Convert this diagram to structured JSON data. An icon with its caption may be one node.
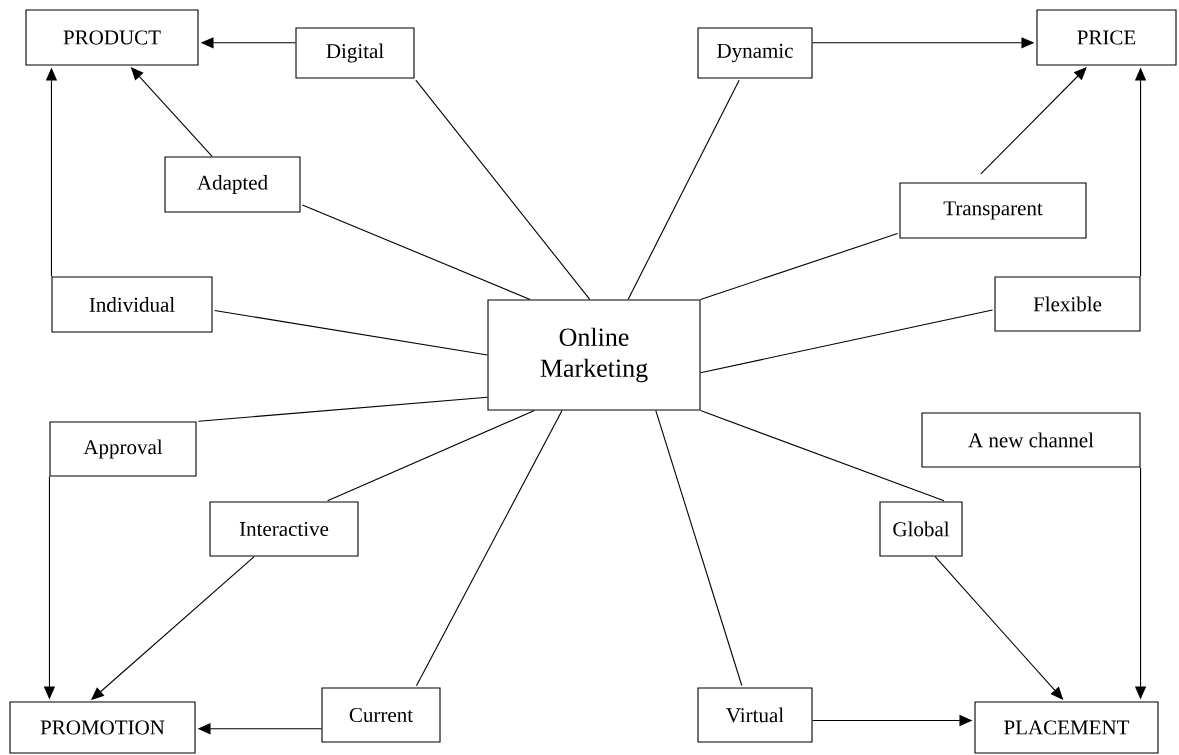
{
  "diagram": {
    "nodes": [
      {
        "text": [
          "PRODUCT"
        ]
      },
      {
        "text": [
          "Digital"
        ]
      },
      {
        "text": [
          "Dynamic"
        ]
      },
      {
        "text": [
          "PRICE"
        ]
      },
      {
        "text": [
          "Adapted"
        ]
      },
      {
        "text": [
          "Transparent"
        ]
      },
      {
        "text": [
          "Individual"
        ]
      },
      {
        "text": [
          "Online Marketing"
        ]
      },
      {
        "text": [
          "Flexible"
        ]
      },
      {
        "text": [
          "Approval"
        ]
      },
      {
        "text": [
          "A new channel"
        ]
      },
      {
        "text": [
          "Interactive"
        ]
      },
      {
        "text": [
          "Global"
        ]
      },
      {
        "text": [
          "PROMOTION"
        ]
      },
      {
        "text": [
          "Current"
        ]
      },
      {
        "text": [
          "Virtual"
        ]
      },
      {
        "text": [
          "PLACEMENT"
        ]
      }
    ],
    "edges": [
      {
        "from": 1,
        "to": 0,
        "arrow": "to"
      },
      {
        "from": 4,
        "to": 0,
        "arrow": "to"
      },
      {
        "from": 6,
        "to": 0,
        "arrow": "to"
      },
      {
        "from": 2,
        "to": 3,
        "arrow": "to"
      },
      {
        "from": 5,
        "to": 3,
        "arrow": "to"
      },
      {
        "from": 8,
        "to": 3,
        "arrow": "to"
      },
      {
        "from": 9,
        "to": 13,
        "arrow": "to"
      },
      {
        "from": 11,
        "to": 13,
        "arrow": "to"
      },
      {
        "from": 14,
        "to": 13,
        "arrow": "to"
      },
      {
        "from": 12,
        "to": 16,
        "arrow": "to"
      },
      {
        "from": 15,
        "to": 16,
        "arrow": "to"
      },
      {
        "from": 10,
        "to": 16,
        "arrow": "to"
      },
      {
        "from": 7,
        "to": 1,
        "arrow": "none"
      },
      {
        "from": 7,
        "to": 2,
        "arrow": "none"
      },
      {
        "from": 7,
        "to": 4,
        "arrow": "none"
      },
      {
        "from": 7,
        "to": 5,
        "arrow": "none"
      },
      {
        "from": 7,
        "to": 6,
        "arrow": "none"
      },
      {
        "from": 7,
        "to": 8,
        "arrow": "none"
      },
      {
        "from": 7,
        "to": 9,
        "arrow": "none"
      },
      {
        "from": 7,
        "to": 11,
        "arrow": "none"
      },
      {
        "from": 7,
        "to": 14,
        "arrow": "none"
      },
      {
        "from": 7,
        "to": 15,
        "arrow": "none"
      },
      {
        "from": 7,
        "to": 12,
        "arrow": "none"
      }
    ]
  }
}
